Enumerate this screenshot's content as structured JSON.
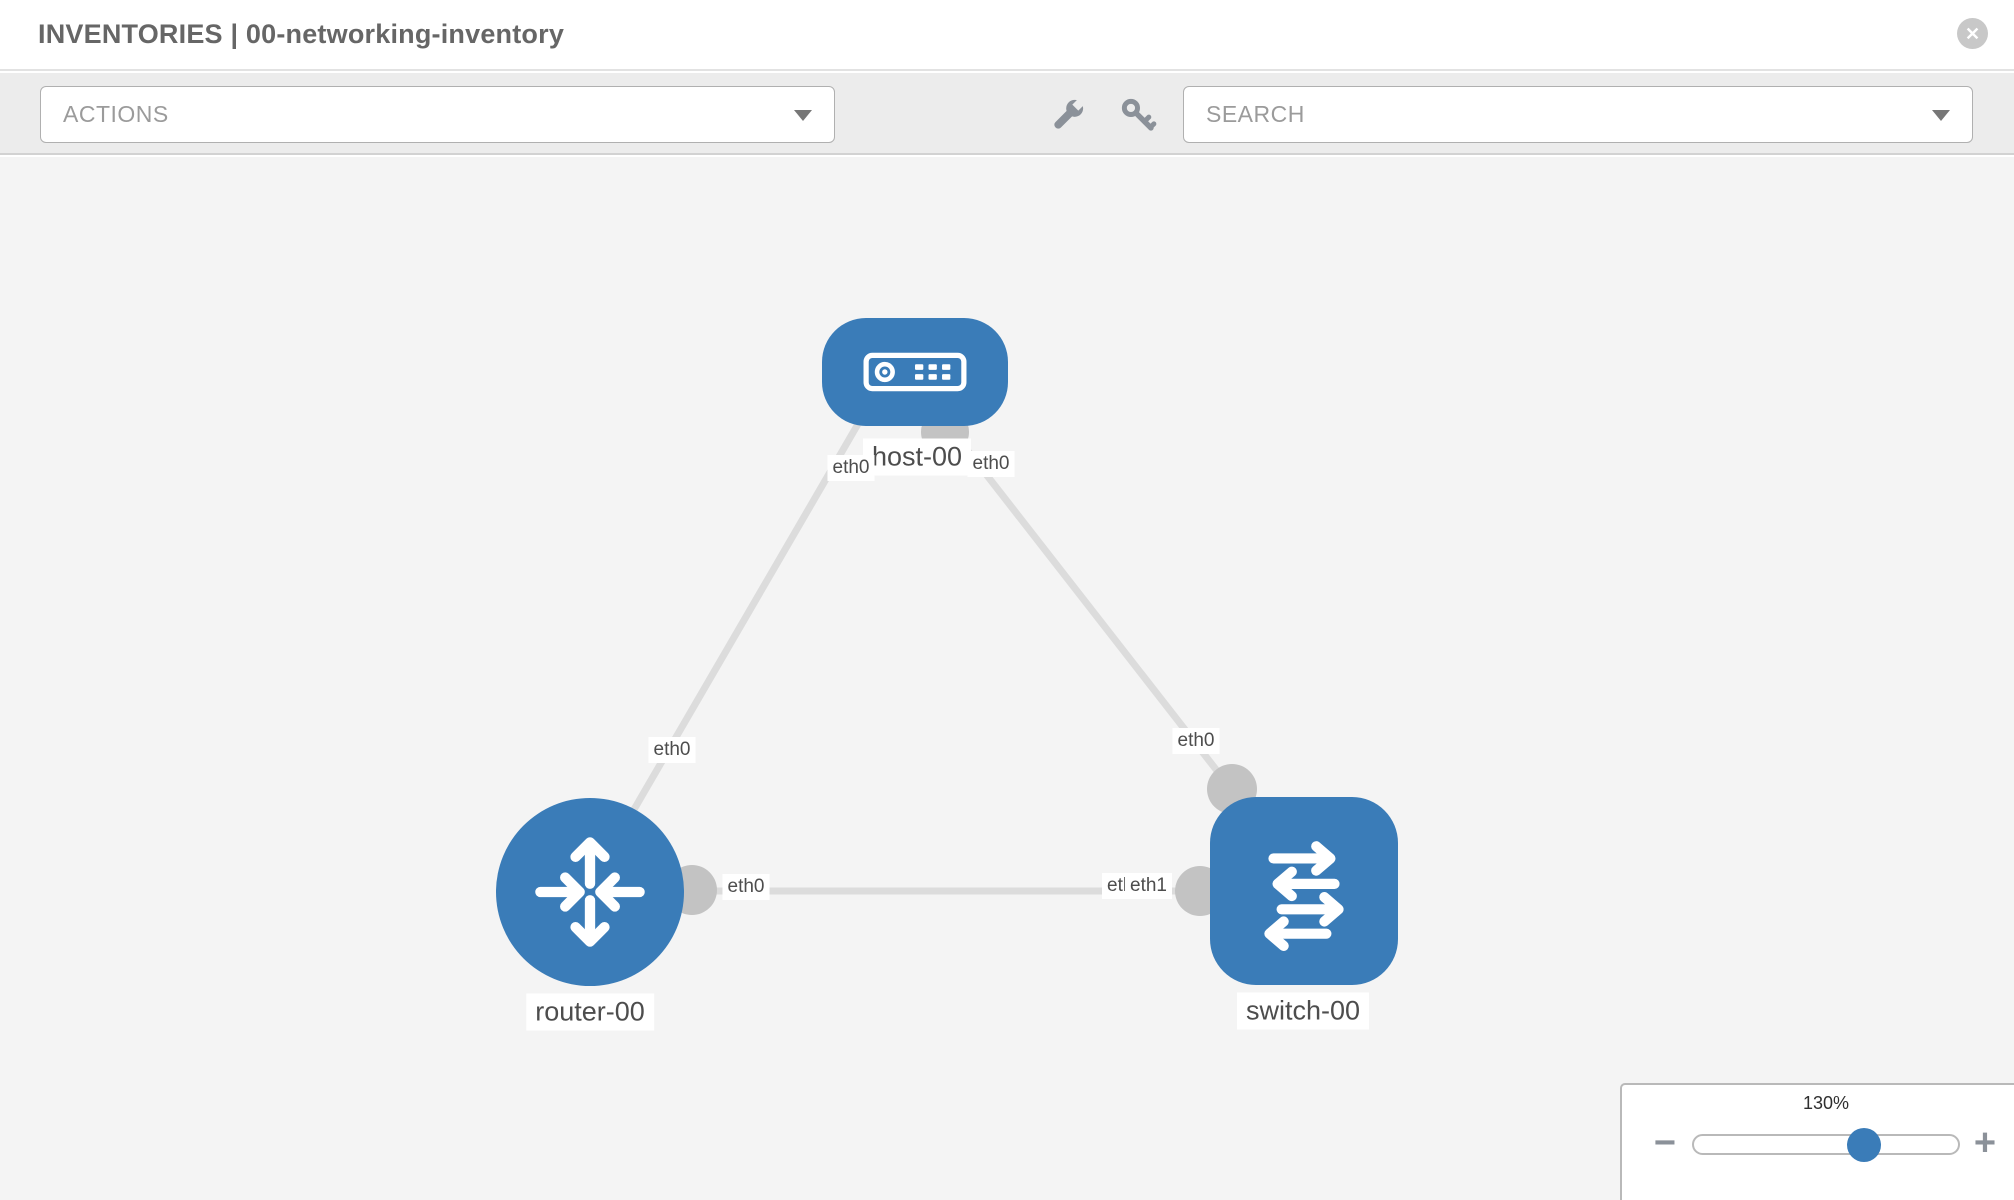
{
  "header": {
    "title": "INVENTORIES | 00-networking-inventory",
    "close_glyph": "✕"
  },
  "toolbar": {
    "actions_label": "ACTIONS",
    "search_label": "SEARCH",
    "icons": [
      "wrench-icon",
      "key-icon"
    ]
  },
  "canvas": {
    "nodes": [
      {
        "label": "host-00",
        "type": "host"
      },
      {
        "label": "router-00",
        "type": "router"
      },
      {
        "label": "switch-00",
        "type": "switch"
      }
    ],
    "links": [
      {
        "from": "host-00",
        "to": "router-00"
      },
      {
        "from": "host-00",
        "to": "switch-00"
      },
      {
        "from": "router-00",
        "to": "switch-00"
      }
    ],
    "interfaces": [
      {
        "name": "eth0",
        "at": "host-00 left"
      },
      {
        "name": "eth0",
        "at": "host-00 right"
      },
      {
        "name": "eth0",
        "at": "host-router link near router"
      },
      {
        "name": "eth0",
        "at": "host-switch link near switch"
      },
      {
        "name": "eth0",
        "at": "router-switch link near router"
      },
      {
        "name": "eth0",
        "at": "router-switch link near switch (behind)"
      },
      {
        "name": "eth1",
        "at": "router-switch link near switch (front)"
      }
    ]
  },
  "zoom_control": {
    "level": "130%",
    "minus_glyph": "−",
    "plus_glyph": "+"
  },
  "colors": {
    "node_blue": "#3a7cb8",
    "link_gray": "#dcdcdc",
    "port_gray": "#c3c3c3",
    "canvas_bg": "#f4f4f4",
    "toolbar_bg": "#ececec",
    "icon_gray": "#8b9199"
  }
}
